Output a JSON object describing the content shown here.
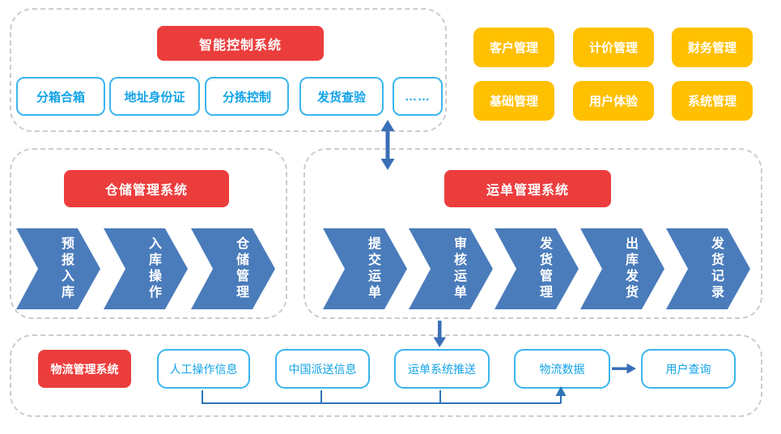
{
  "colors": {
    "red": "#EC3D3D",
    "orange": "#FFC000",
    "cyan_border": "#3AB5EE",
    "cyan_text": "#12A3E8",
    "chevron_blue": "#4A7CBB",
    "arrow_blue": "#3A6FB7",
    "bracket_blue": "#2E75B6",
    "dashed_border": "#cccccc"
  },
  "smart_section": {
    "title": "智能控制系统",
    "modules": [
      "分箱合箱",
      "地址身份证",
      "分拣控制",
      "发货查验",
      "……"
    ]
  },
  "management_buttons": [
    "客户管理",
    "计价管理",
    "财务管理",
    "基础管理",
    "用户体验",
    "系统管理"
  ],
  "warehouse_section": {
    "title": "仓储管理系统",
    "steps": [
      "预报入库",
      "入库操作",
      "仓储管理"
    ]
  },
  "waybill_section": {
    "title": "运单管理系统",
    "steps": [
      "提交运单",
      "审核运单",
      "发货管理",
      "出库发货",
      "发货记录"
    ]
  },
  "logistics_section": {
    "title": "物流管理系统",
    "nodes": [
      "人工操作信息",
      "中国派送信息",
      "运单系统推送",
      "物流数据",
      "用户查询"
    ]
  }
}
